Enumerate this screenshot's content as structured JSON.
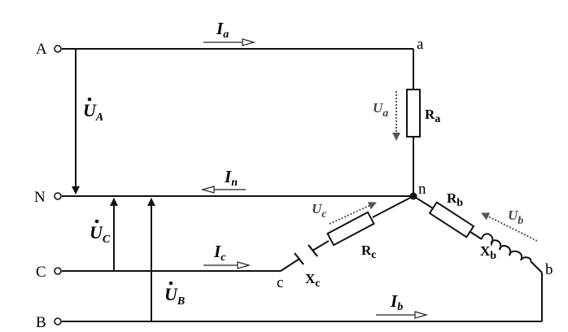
{
  "terminals": {
    "A": "A",
    "N": "N",
    "C": "C",
    "B": "B"
  },
  "nodes": {
    "a": "a",
    "n": "n",
    "b": "b",
    "c": "c"
  },
  "currents": {
    "Ia": {
      "main": "I",
      "sub": "a"
    },
    "In": {
      "main": "I",
      "sub": "n"
    },
    "Ic": {
      "main": "I",
      "sub": "c"
    },
    "Ib": {
      "main": "I",
      "sub": "b"
    }
  },
  "phase_voltages": {
    "UA": {
      "main": "U",
      "sub": "A"
    },
    "UC": {
      "main": "U",
      "sub": "C"
    },
    "UB": {
      "main": "U",
      "sub": "B"
    }
  },
  "load_voltages": {
    "Ua": {
      "main": "U",
      "sub": "a"
    },
    "Uc": {
      "main": "U",
      "sub": "c"
    },
    "Ub": {
      "main": "U",
      "sub": "b"
    }
  },
  "components": {
    "Ra": {
      "main": "R",
      "sub": "a"
    },
    "Rc": {
      "main": "R",
      "sub": "c"
    },
    "Rb": {
      "main": "R",
      "sub": "b"
    },
    "Xc": {
      "main": "X",
      "sub": "c"
    },
    "Xb": {
      "main": "X",
      "sub": "b"
    }
  },
  "colors": {
    "wire": "#111111",
    "arrow_outline": "#222222",
    "voltage_arrow": "#444444"
  }
}
